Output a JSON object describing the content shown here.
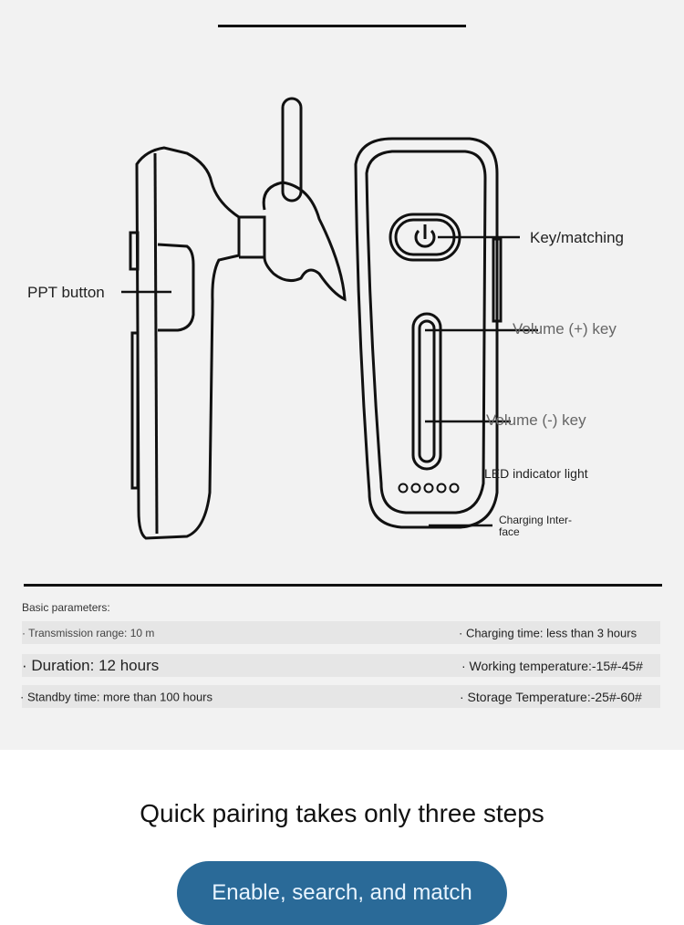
{
  "labels": {
    "ppt_button": "PPT button",
    "key_matching": "Key/matching",
    "volume_up": "Volume (+) key",
    "volume_down": "Volume (-) key",
    "led": "LED indicator light",
    "charging": "Charging Inter-\nface"
  },
  "parameters": {
    "title": "Basic parameters:",
    "rows": [
      {
        "left": "· Transmission range: 10 m",
        "right": "· Charging time: less than 3 hours"
      },
      {
        "left": "· Duration: 12 hours",
        "right": "· Working temperature:-15#-45#"
      },
      {
        "left": "· Standby time: more than 100 hours",
        "right": "· Storage Temperature:-25#-60#"
      }
    ]
  },
  "steps": {
    "title": "Quick pairing takes only three steps",
    "step1": "Enable, search, and match"
  },
  "colors": {
    "button": "#2a6a98",
    "panel": "#f2f2f2"
  }
}
